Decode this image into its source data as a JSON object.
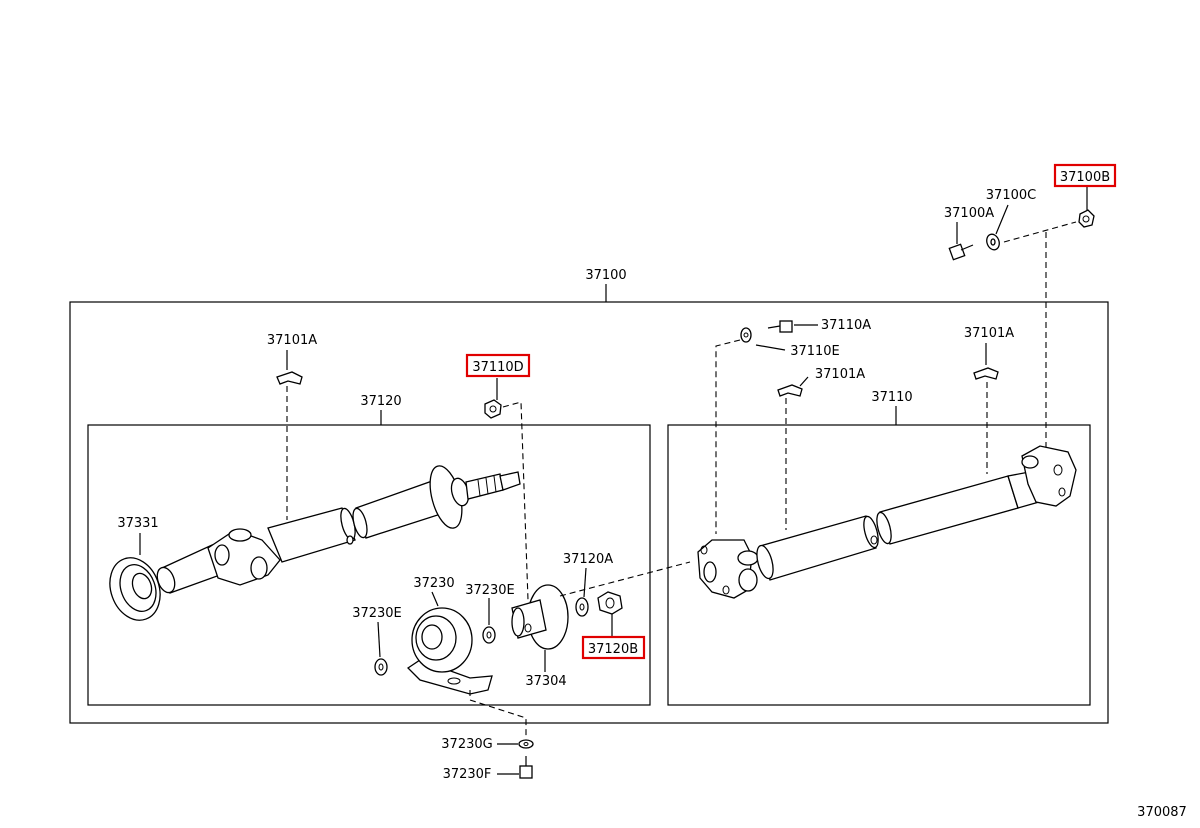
{
  "diagram": {
    "highlight_color": "#e00000",
    "line_color": "#000000",
    "figure_code": "370087",
    "labels": {
      "a37100": "37100",
      "a37100A": "37100A",
      "a37100B": "37100B",
      "a37100C": "37100C",
      "a37101A_left": "37101A",
      "a37101A_mid": "37101A",
      "a37101A_right": "37101A",
      "a37110": "37110",
      "a37110A": "37110A",
      "a37110D": "37110D",
      "a37110E": "37110E",
      "a37120": "37120",
      "a37120A": "37120A",
      "a37120B": "37120B",
      "a37230": "37230",
      "a37230E_left": "37230E",
      "a37230E_right": "37230E",
      "a37230F": "37230F",
      "a37230G": "37230G",
      "a37304": "37304",
      "a37331": "37331"
    },
    "highlighted": [
      "37100B",
      "37110D",
      "37120B"
    ]
  }
}
